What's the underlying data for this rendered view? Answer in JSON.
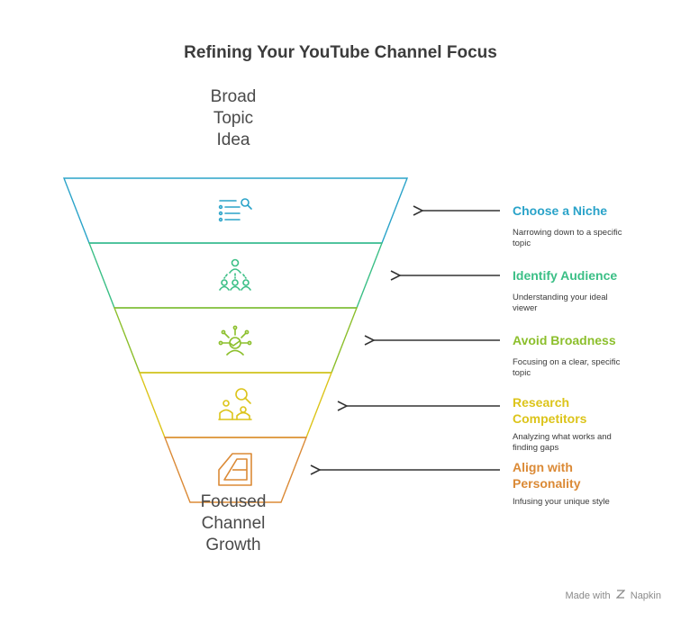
{
  "title": "Refining Your YouTube Channel Focus",
  "top_label": [
    "Broad",
    "Topic",
    "Idea"
  ],
  "bottom_label": [
    "Focused",
    "Channel",
    "Growth"
  ],
  "stages": [
    {
      "title_lines": [
        "Choose a Niche"
      ],
      "desc_lines": [
        "Narrowing down to a specific",
        "topic"
      ],
      "color": "#2aa3c9",
      "icon": "list-search-icon"
    },
    {
      "title_lines": [
        "Identify Audience"
      ],
      "desc_lines": [
        "Understanding your ideal",
        "viewer"
      ],
      "color": "#3bbf86",
      "icon": "people-hierarchy-icon"
    },
    {
      "title_lines": [
        "Avoid Broadness"
      ],
      "desc_lines": [
        "Focusing on a clear, specific",
        "topic"
      ],
      "color": "#8cbf2c",
      "icon": "focus-person-icon"
    },
    {
      "title_lines": [
        "Research",
        "Competitors"
      ],
      "desc_lines": [
        "Analyzing what works and",
        "finding gaps"
      ],
      "color": "#dcc41a",
      "icon": "research-people-icon"
    },
    {
      "title_lines": [
        "Align with",
        "Personality"
      ],
      "desc_lines": [
        "Infusing your unique style"
      ],
      "color": "#db8a36",
      "icon": "alignment-shape-icon"
    }
  ],
  "footer": {
    "made_with": "Made with",
    "brand": "Napkin"
  }
}
